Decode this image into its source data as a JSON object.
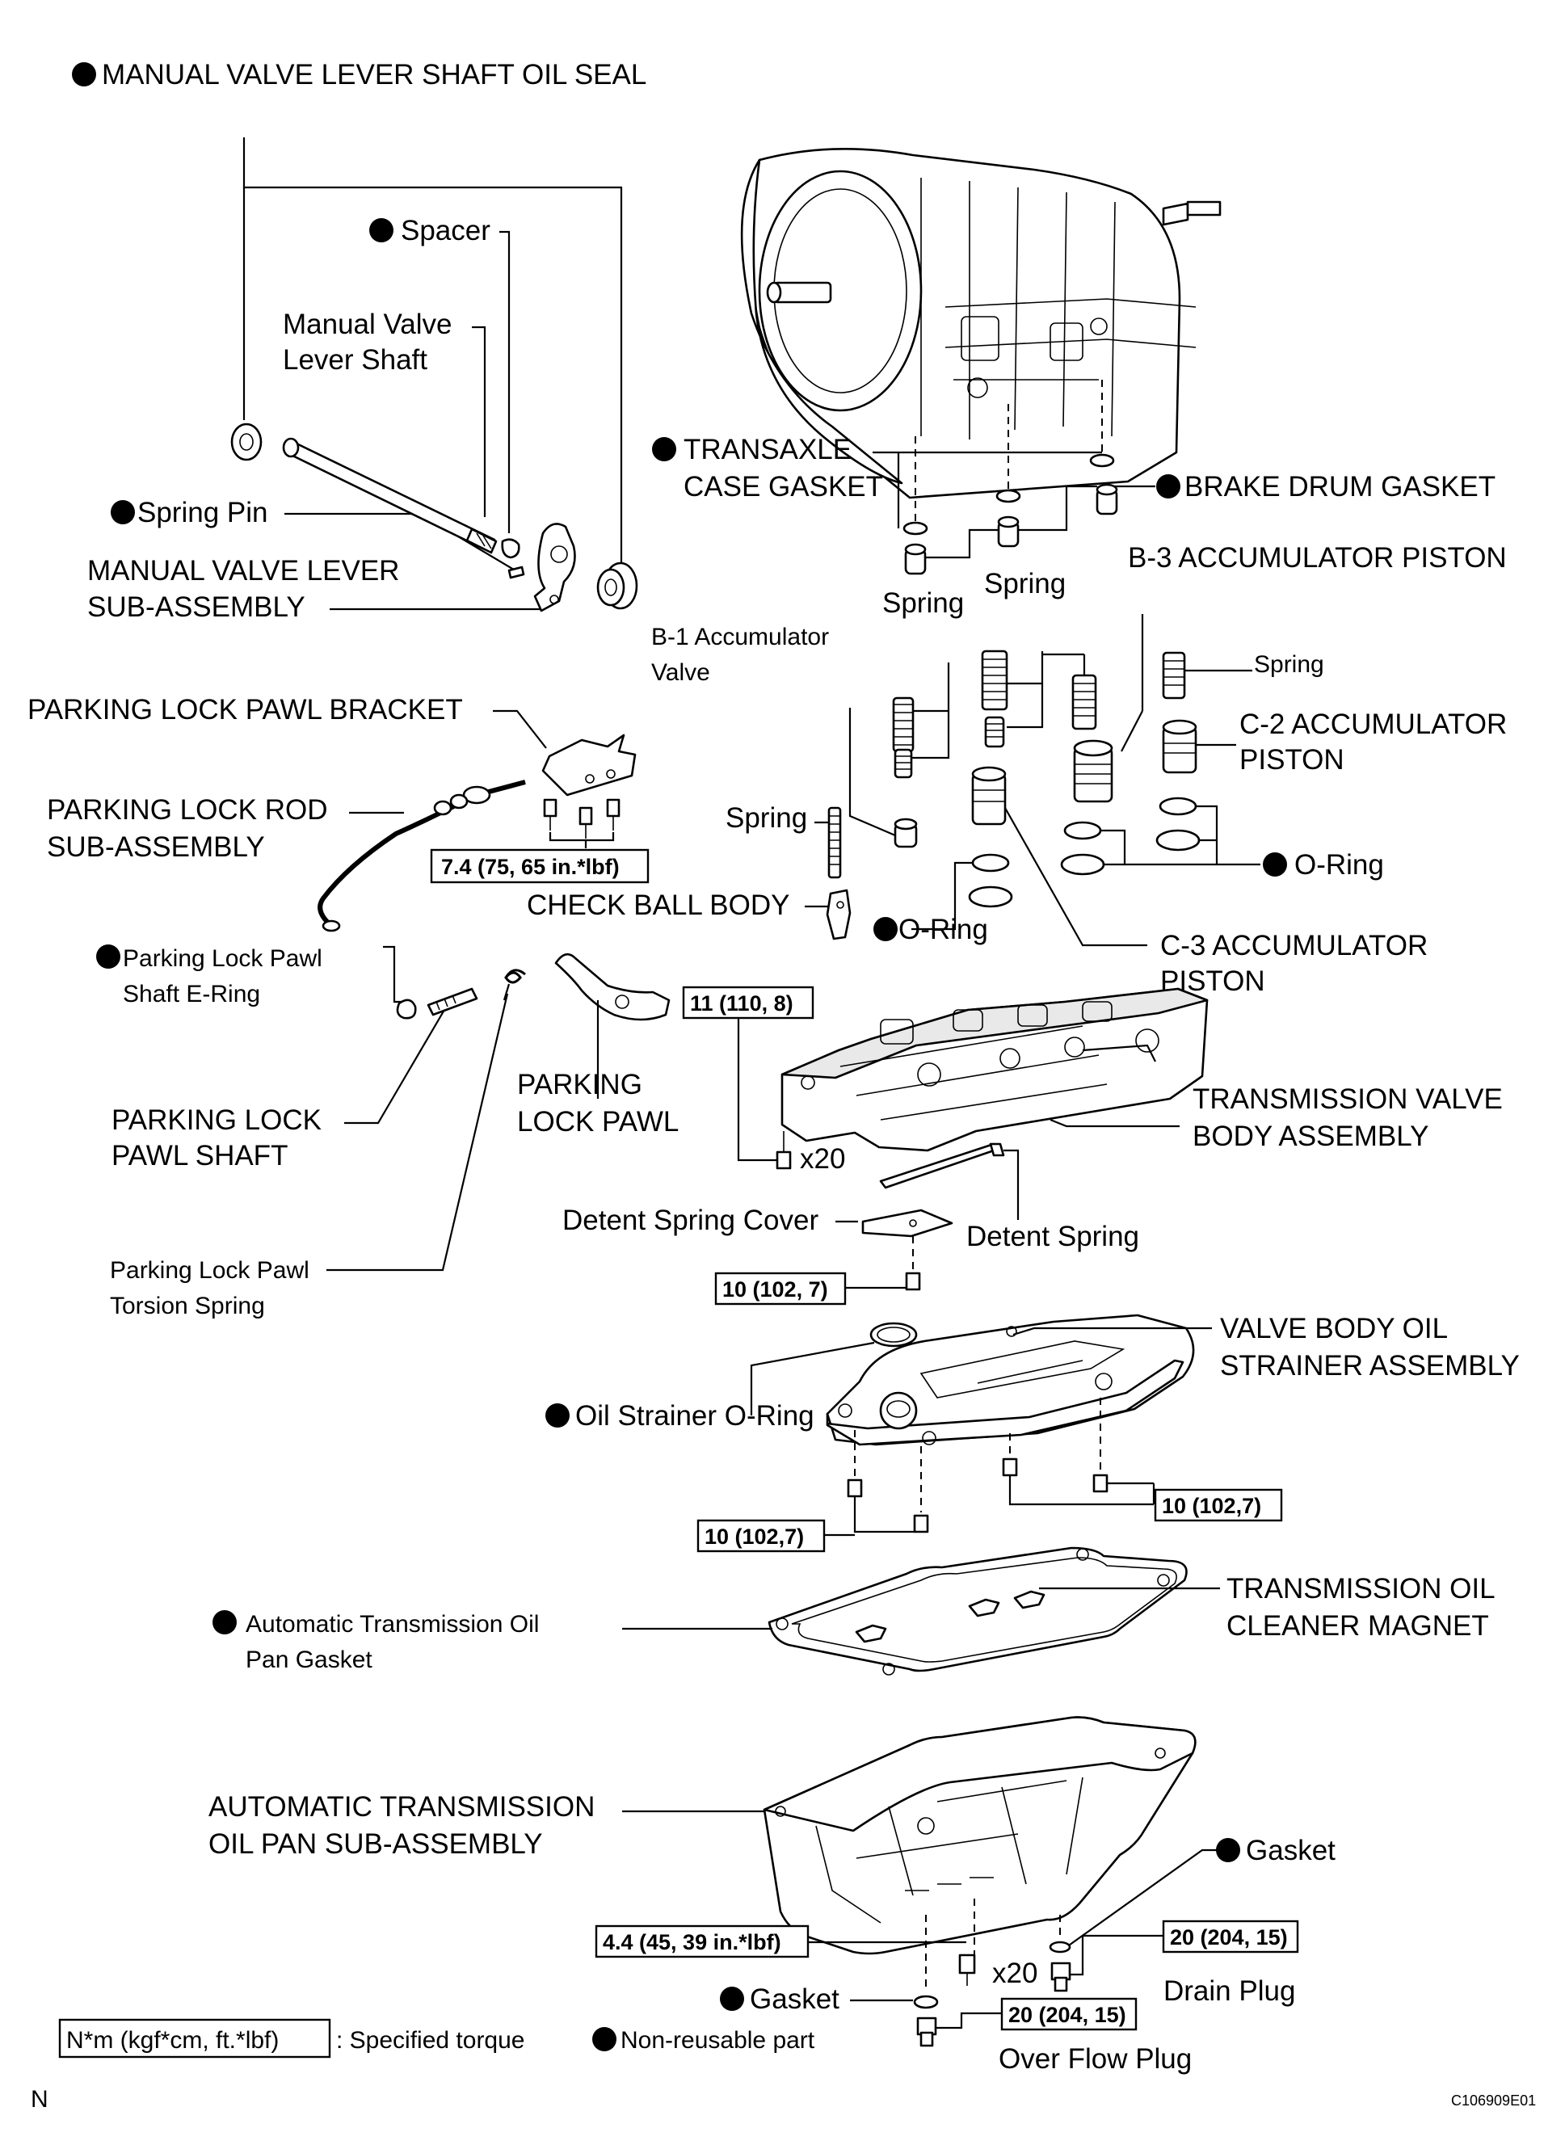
{
  "labels": {
    "manual_valve_seal": "MANUAL VALVE LEVER SHAFT OIL SEAL",
    "spacer": "Spacer",
    "manual_valve_shaft_1": "Manual Valve",
    "manual_valve_shaft_2": "Lever Shaft",
    "spring_pin": "Spring Pin",
    "manual_valve_lever_1": "MANUAL VALVE LEVER",
    "manual_valve_lever_2": "SUB-ASSEMBLY",
    "transaxle_gasket_1": "TRANSAXLE",
    "transaxle_gasket_2": "CASE GASKET",
    "brake_drum_gasket": "BRAKE DRUM GASKET",
    "b3_piston": "B-3 ACCUMULATOR PISTON",
    "spring_a": "Spring",
    "spring_b": "Spring",
    "b1_valve_1": "B-1 Accumulator",
    "b1_valve_2": "Valve",
    "spring_c": "Spring",
    "c2_piston_1": "C-2 ACCUMULATOR",
    "c2_piston_2": "PISTON",
    "parking_bracket": "PARKING LOCK PAWL BRACKET",
    "parking_rod_1": "PARKING LOCK ROD",
    "parking_rod_2": "SUB-ASSEMBLY",
    "spring_d": "Spring",
    "o_ring_a": "O-Ring",
    "check_ball": "CHECK BALL BODY",
    "o_ring_b": "O-Ring",
    "eri_1": "Parking Lock Pawl",
    "eri_2": "Shaft E-Ring",
    "c3_piston_1": "C-3 ACCUMULATOR",
    "c3_piston_2": "PISTON",
    "pawl_1": "PARKING",
    "pawl_2": "LOCK PAWL",
    "pawl_shaft_1": "PARKING LOCK",
    "pawl_shaft_2": "PAWL SHAFT",
    "valve_body_1": "TRANSMISSION VALVE",
    "valve_body_2": "BODY ASSEMBLY",
    "x20_a": "x20",
    "detent_cover": "Detent Spring Cover",
    "detent_spring": "Detent Spring",
    "torsion_1": "Parking Lock Pawl",
    "torsion_2": "Torsion Spring",
    "strainer_1": "VALVE BODY OIL",
    "strainer_2": "STRAINER ASSEMBLY",
    "strainer_oring": "Oil Strainer O-Ring",
    "magnet_1": "TRANSMISSION OIL",
    "magnet_2": "CLEANER MAGNET",
    "pan_gasket_1": "Automatic Transmission Oil",
    "pan_gasket_2": "Pan Gasket",
    "pan_1": "AUTOMATIC TRANSMISSION",
    "pan_2": "OIL PAN SUB-ASSEMBLY",
    "gasket_a": "Gasket",
    "drain_plug": "Drain Plug",
    "x20_b": "x20",
    "gasket_b": "Gasket",
    "overflow_plug": "Over Flow Plug"
  },
  "torques": {
    "t_bracket": "7.4 (75, 65 in.*lbf)",
    "t_valve_body": "11 (110, 8)",
    "t_detent": "10 (102, 7)",
    "t_strainer_right": "10 (102,7)",
    "t_strainer_left": "10 (102,7)",
    "t_pan": "4.4 (45, 39 in.*lbf)",
    "t_drain": "20 (204, 15)",
    "t_overflow": "20 (204, 15)"
  },
  "legend": {
    "unit_box": "N*m (kgf*cm, ft.*lbf)",
    "unit_text": ": Specified torque",
    "nonreusable": "Non-reusable part"
  },
  "footer": {
    "corner": "N",
    "code": "C106909E01"
  }
}
